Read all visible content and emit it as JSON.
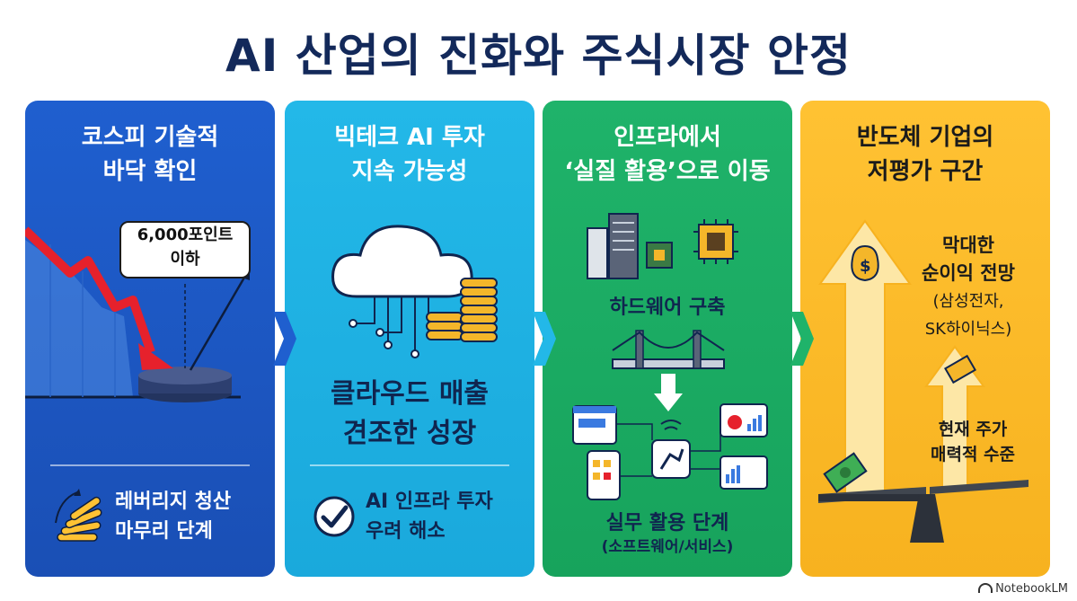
{
  "title": "AI 산업의 진화와 주식시장 안정",
  "panels": [
    {
      "title_line1": "코스피 기술적",
      "title_line2": "바닥 확인",
      "callout_line1": "6,000포인트",
      "callout_line2": "이하",
      "footer_line1": "레버리지 청산",
      "footer_line2": "마무리 단계",
      "color": "#1f5fcf"
    },
    {
      "title_line1": "빅테크 AI 투자",
      "title_line2": "지속 가능성",
      "main_line1": "클라우드 매출",
      "main_line2": "견조한 성장",
      "footer_line1": "AI 인프라 투자",
      "footer_line2": "우려 해소",
      "color": "#23b8e8"
    },
    {
      "title_line1": "인프라에서",
      "title_line2": "‘실질 활용’으로 이동",
      "hardware_label": "하드웨어 구축",
      "stage_label": "실무 활용 단계",
      "stage_sub": "(소프트웨어/서비스)",
      "color": "#1fb36a"
    },
    {
      "title_line1": "반도체 기업의",
      "title_line2": "저평가 구간",
      "profit_line1": "막대한",
      "profit_line2": "순이익 전망",
      "profit_line3": "(삼성전자,",
      "profit_line4": "SK하이닉스)",
      "price_line1": "현재 주가",
      "price_line2": "매력적 수준",
      "color": "#ffc233"
    }
  ],
  "watermark": "NotebookLM"
}
